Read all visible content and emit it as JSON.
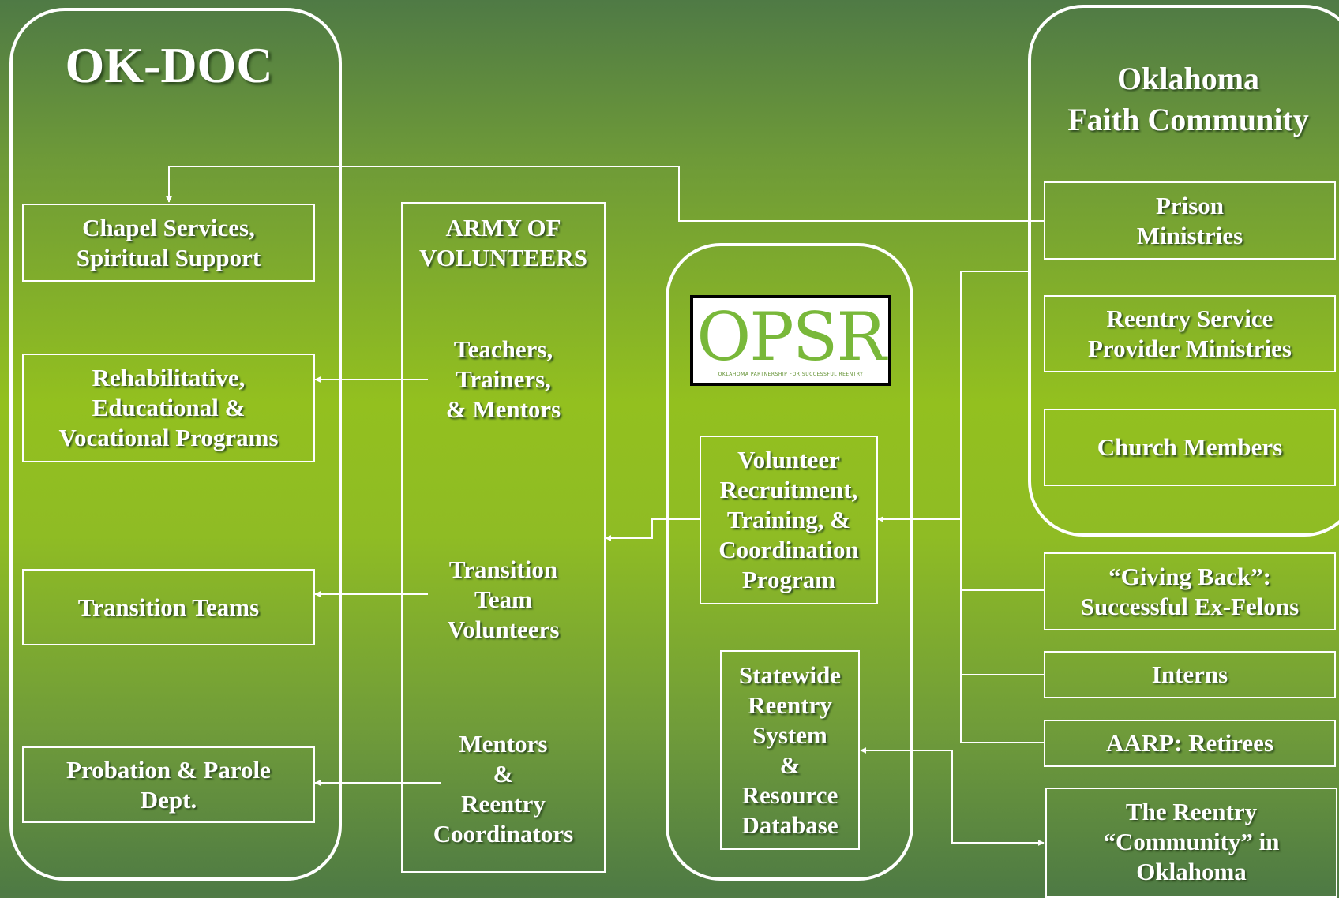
{
  "okdoc": {
    "title": "OK-DOC",
    "chapel": "Chapel Services,\nSpiritual Support",
    "rehab": "Rehabilitative,\nEducational &\nVocational Programs",
    "transition": "Transition Teams",
    "probation": "Probation & Parole\nDept."
  },
  "army": {
    "title": "ARMY OF\nVOLUNTEERS",
    "teachers": "Teachers,\nTrainers,\n& Mentors",
    "transition_vol": "Transition\nTeam\nVolunteers",
    "mentors": "Mentors\n&\nReentry\nCoordinators"
  },
  "opsr": {
    "logo_text": "OPSR",
    "logo_subtitle": "OKLAHOMA PARTNERSHIP FOR SUCCESSFUL REENTRY",
    "recruitment": "Volunteer\nRecruitment,\nTraining, &\nCoordination\nProgram",
    "database": "Statewide\nReentry\nSystem\n&\nResource\nDatabase"
  },
  "faith": {
    "title": "Oklahoma\nFaith Community",
    "prison": "Prison\nMinistries",
    "reentry_service": "Reentry Service\nProvider Ministries",
    "church": "Church Members"
  },
  "sources": {
    "giving_back": "“Giving Back”:\nSuccessful Ex-Felons",
    "interns": "Interns",
    "aarp": "AARP: Retirees",
    "community": "The Reentry\n“Community” in\nOklahoma"
  },
  "colors": {
    "logo_green": "#79b83a",
    "line": "#ffffff"
  }
}
